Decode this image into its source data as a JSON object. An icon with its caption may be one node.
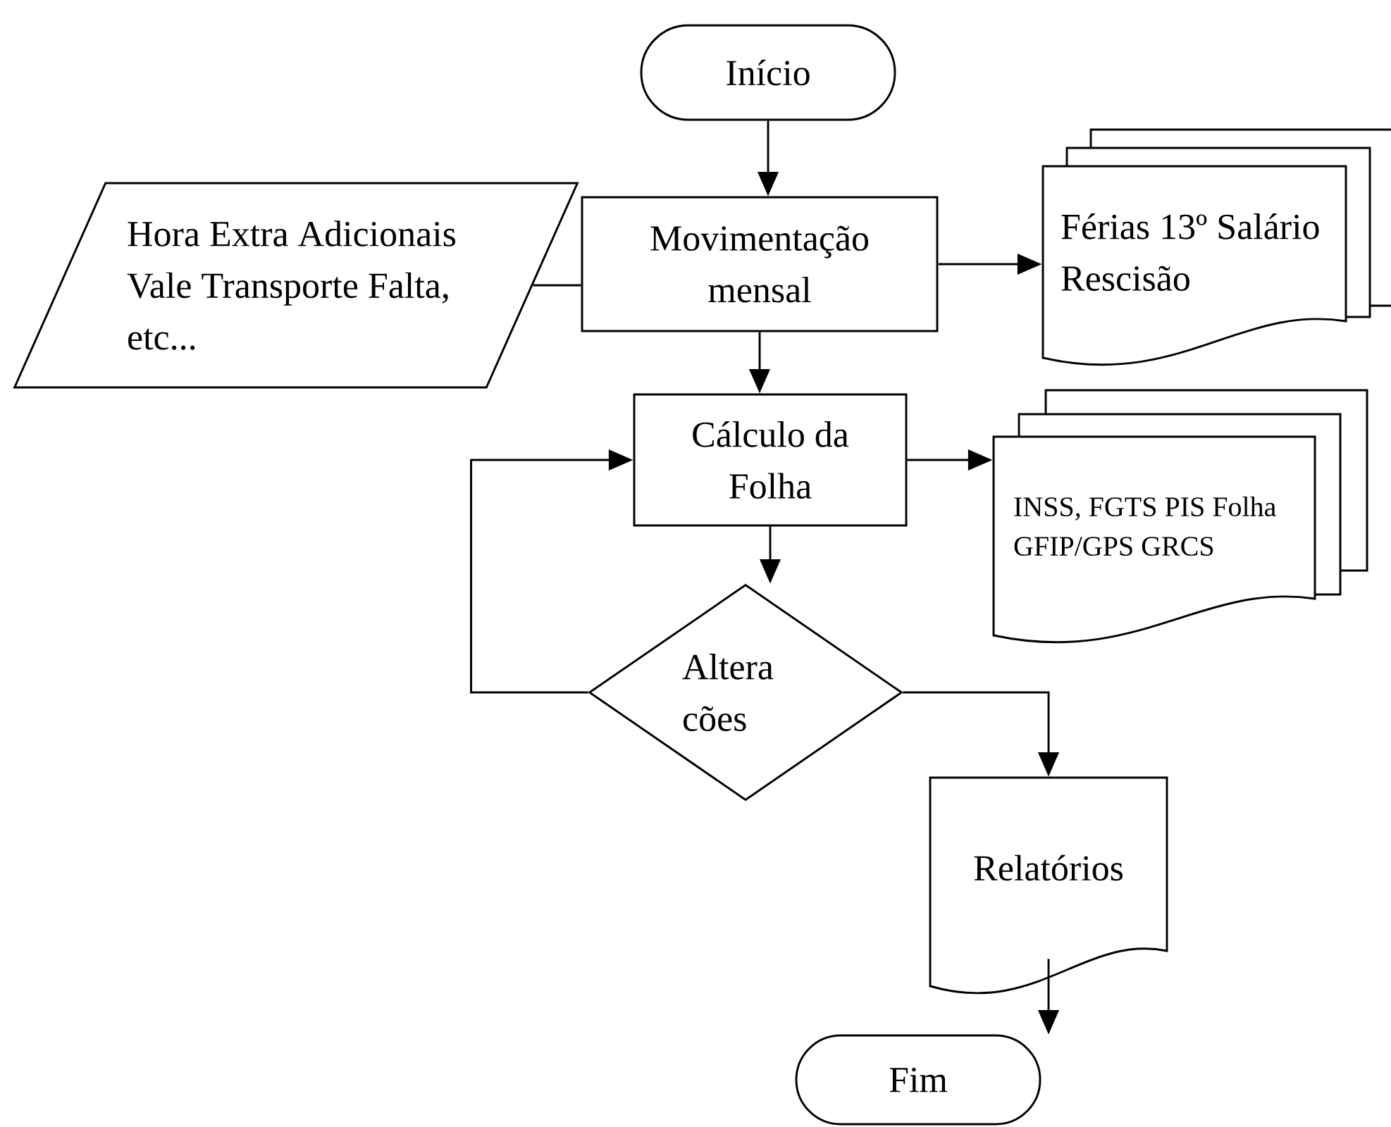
{
  "diagram": {
    "nodes": [
      {
        "text": [
          "Início"
        ]
      },
      {
        "text": [
          "Hora Extra Adicionais Vale Transporte Falta, etc..."
        ]
      },
      {
        "text": [
          "Movimentação mensal"
        ]
      },
      {
        "text": [
          "Férias 13º Salário Rescisão"
        ]
      },
      {
        "text": [
          "Cálculo da Folha"
        ]
      },
      {
        "text": [
          "INSS, FGTS PIS Folha GFIP/GPS GRCS"
        ]
      },
      {
        "text": [
          "Altera cões"
        ]
      },
      {
        "text": [
          "Relatórios"
        ]
      },
      {
        "text": [
          "Fim"
        ]
      }
    ],
    "edges": [
      {
        "from": 0,
        "to": 2,
        "arrow": "to"
      },
      {
        "from": 1,
        "to": 2,
        "arrow": "none"
      },
      {
        "from": 2,
        "to": 3,
        "arrow": "to"
      },
      {
        "from": 2,
        "to": 4,
        "arrow": "to"
      },
      {
        "from": 4,
        "to": 5,
        "arrow": "to"
      },
      {
        "from": 4,
        "to": 6,
        "arrow": "to"
      },
      {
        "from": 6,
        "to": 4,
        "arrow": "to"
      },
      {
        "from": 6,
        "to": 7,
        "arrow": "to"
      },
      {
        "from": 7,
        "to": 8,
        "arrow": "to"
      }
    ]
  }
}
